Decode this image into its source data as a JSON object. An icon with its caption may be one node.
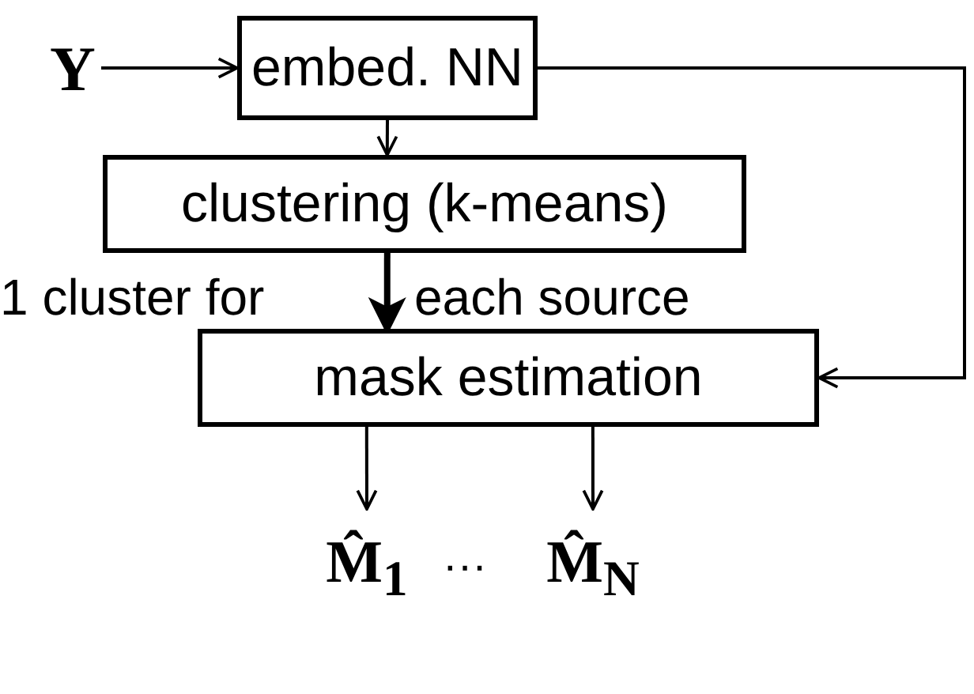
{
  "diagram": {
    "nodes": [
      {
        "text": [
          "Y"
        ]
      },
      {
        "text": [
          "embed. NN"
        ]
      },
      {
        "text": [
          "clustering (k-means)"
        ]
      },
      {
        "text": [
          "mask estimation"
        ]
      },
      {
        "text": [
          "M̂$_{1}$"
        ]
      },
      {
        "text": [
          "M̂$_{N}$"
        ]
      }
    ],
    "edges": [
      {
        "from": 0,
        "to": 1,
        "arrow": "to"
      },
      {
        "from": 1,
        "to": 2,
        "arrow": "to"
      },
      {
        "from": 2,
        "to": 3,
        "arrow": "to",
        "style": "thick"
      },
      {
        "from": 1,
        "to": 3,
        "arrow": "to"
      },
      {
        "from": 3,
        "to": 4,
        "arrow": "to"
      },
      {
        "from": 3,
        "to": 5,
        "arrow": "to"
      }
    ],
    "labels": [
      "1 cluster for",
      "each source",
      "···"
    ]
  }
}
